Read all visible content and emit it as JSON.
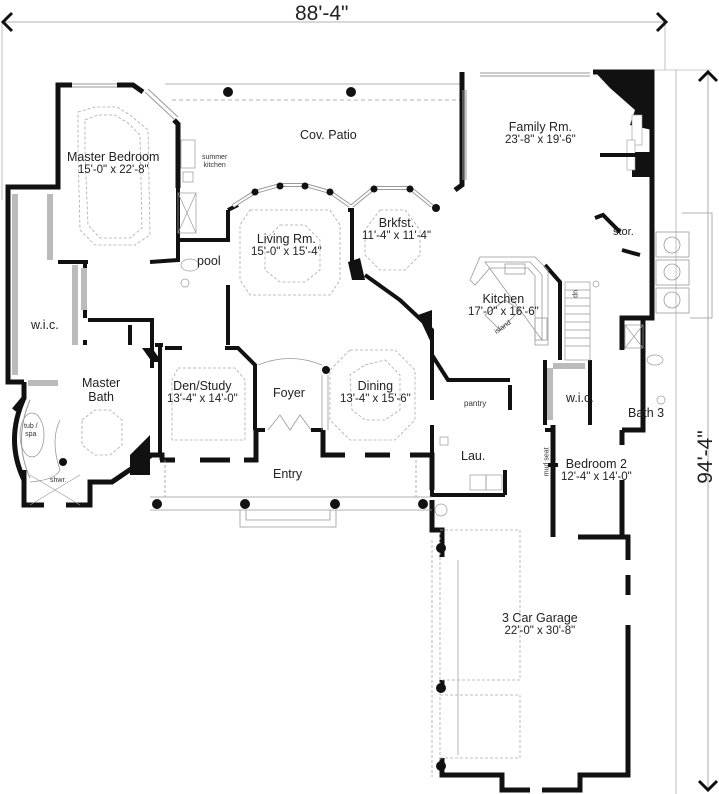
{
  "dimensions": {
    "overall_width": "88'-4\"",
    "overall_depth": "94'-4\""
  },
  "rooms": {
    "cov_patio": {
      "name": "Cov. Patio"
    },
    "family_rm": {
      "name": "Family Rm.",
      "size": "23'-8\" x 19'-6\""
    },
    "master_bedroom": {
      "name": "Master Bedroom",
      "size": "15'-0\" x 22'-8\""
    },
    "summer_kitchen": {
      "line1": "summer",
      "line2": "kitchen"
    },
    "living_rm": {
      "name": "Living Rm.",
      "size": "15'-0\" x 15'-4\""
    },
    "brkfst": {
      "name": "Brkfst.",
      "size": "11'-4\" x 11'-4\""
    },
    "pool": {
      "name": "pool"
    },
    "stor": {
      "name": "stor."
    },
    "kitchen": {
      "name": "Kitchen",
      "size": "17'-0\" x 16'-6\"",
      "island": "island",
      "stairs_up": "up"
    },
    "master_wic": {
      "name": "w.i.c."
    },
    "master_bath": {
      "name": "Master",
      "name2": "Bath",
      "tub": "tub /",
      "tub2": "spa",
      "shower": "shwr."
    },
    "den_study": {
      "name": "Den/Study",
      "size": "13'-4\" x 14'-0\""
    },
    "foyer": {
      "name": "Foyer"
    },
    "dining": {
      "name": "Dining",
      "size": "13'-4\" x 15'-6\""
    },
    "pantry": {
      "name": "pantry"
    },
    "wic2": {
      "name": "w.i.c."
    },
    "bath3": {
      "name": "Bath 3"
    },
    "laundry": {
      "name": "Lau."
    },
    "mud_seat": {
      "name": "mud seat"
    },
    "entry": {
      "name": "Entry"
    },
    "bedroom2": {
      "name": "Bedroom 2",
      "size": "12'-4\" x 14'-0\""
    },
    "garage": {
      "name": "3 Car Garage",
      "size": "22'-0\" x 30'-8\""
    }
  },
  "colors": {
    "wall": "#111111",
    "thin_line": "#9a9a9a",
    "dashed": "#aaaaaa",
    "background": "#ffffff"
  }
}
